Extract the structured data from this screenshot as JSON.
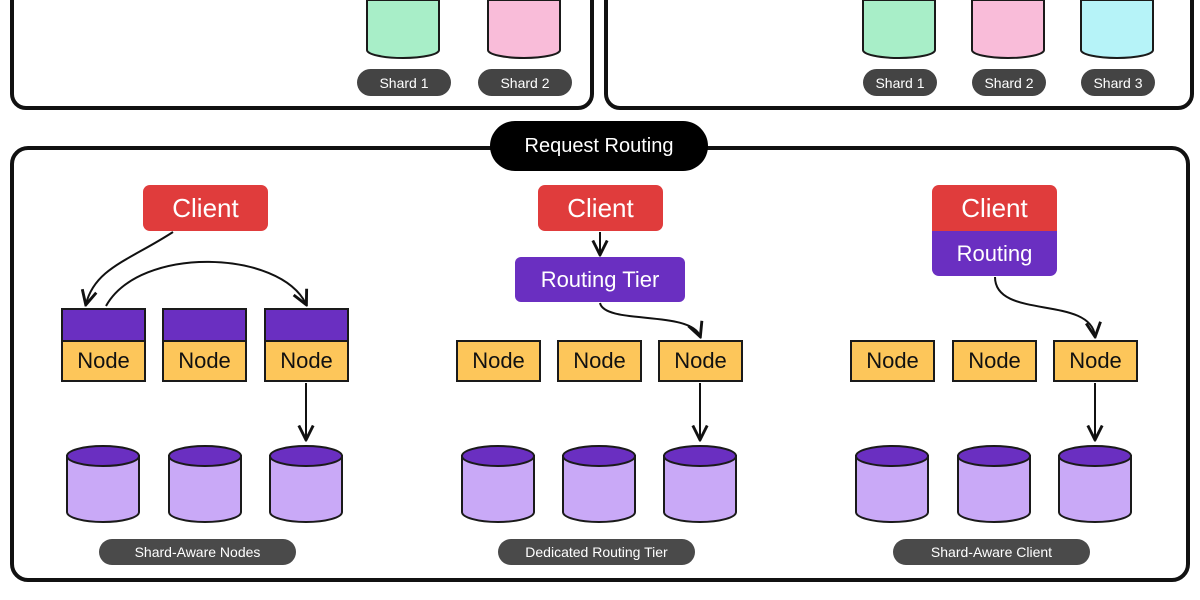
{
  "colors": {
    "client_red": "#e03c3c",
    "routing_purple": "#6a2fc1",
    "node_yellow": "#fdc65a",
    "db_purple": "#c9a9f7",
    "db_top": "#6a2fc1",
    "shard_green": "#a8eec8",
    "shard_pink": "#f9bcd9",
    "shard_cyan": "#b6f3f8"
  },
  "top_left": {
    "shards": [
      "Shard 1",
      "Shard 2"
    ]
  },
  "top_right": {
    "shards": [
      "Shard 1",
      "Shard 2",
      "Shard 3"
    ]
  },
  "request_routing": {
    "title": "Request Routing",
    "shard_aware_nodes": {
      "client": "Client",
      "nodes": [
        "Node",
        "Node",
        "Node"
      ],
      "caption": "Shard-Aware Nodes"
    },
    "dedicated_routing_tier": {
      "client": "Client",
      "routing_tier": "Routing Tier",
      "nodes": [
        "Node",
        "Node",
        "Node"
      ],
      "caption": "Dedicated Routing Tier"
    },
    "shard_aware_client": {
      "client": "Client",
      "routing": "Routing",
      "nodes": [
        "Node",
        "Node",
        "Node"
      ],
      "caption": "Shard-Aware Client"
    }
  }
}
